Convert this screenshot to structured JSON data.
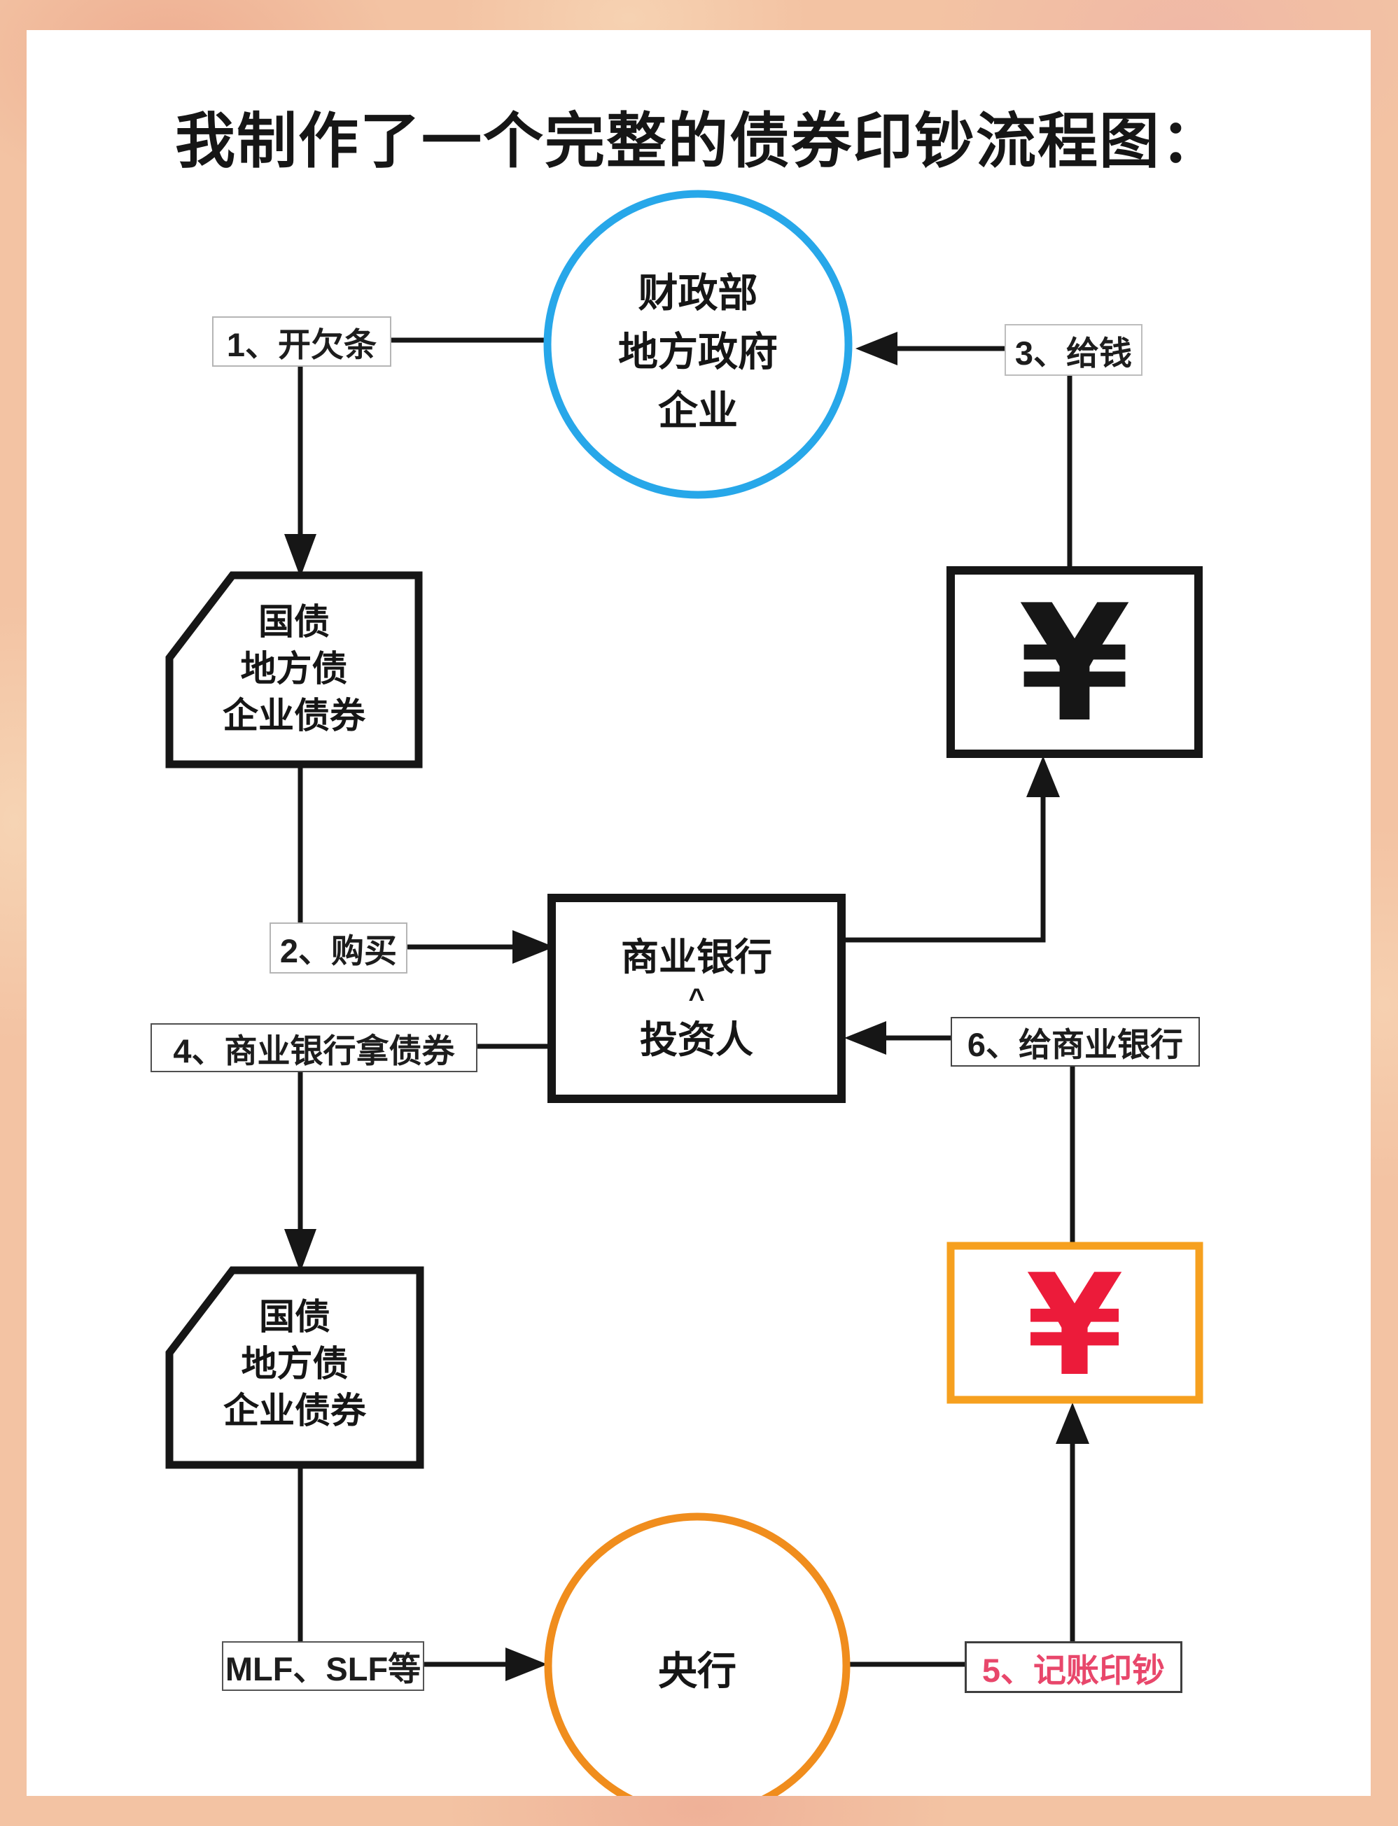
{
  "title": "我制作了一个完整的债券印钞流程图：",
  "nodes": {
    "gov": {
      "lines": [
        "财政部",
        "地方政府",
        "企业"
      ]
    },
    "doc1": {
      "lines": [
        "国债",
        "地方债",
        "企业债券"
      ]
    },
    "bank": {
      "lines": [
        "商业银行",
        "^",
        "投资人"
      ]
    },
    "doc2": {
      "lines": [
        "国债",
        "地方债",
        "企业债券"
      ]
    },
    "central_bank": {
      "label": "央行"
    },
    "yen_black": {
      "symbol": "¥"
    },
    "yen_red": {
      "symbol": "¥"
    }
  },
  "steps": {
    "s1": "1、开欠条",
    "s2": "2、购买",
    "s3": "3、给钱",
    "s4": "4、商业银行拿债券",
    "s5": "5、记账印钞",
    "s6": "6、给商业银行",
    "mlf": "MLF、SLF等"
  },
  "colors": {
    "blue": "#27a7e9",
    "orange_circle": "#f08d1d",
    "orange_box": "#f6a01f",
    "black_yen": "#161616",
    "red_yen": "#ec1b3a",
    "pink_step": "#e8476b",
    "line": "#161616",
    "bg_peach": "#f3c3a3"
  }
}
